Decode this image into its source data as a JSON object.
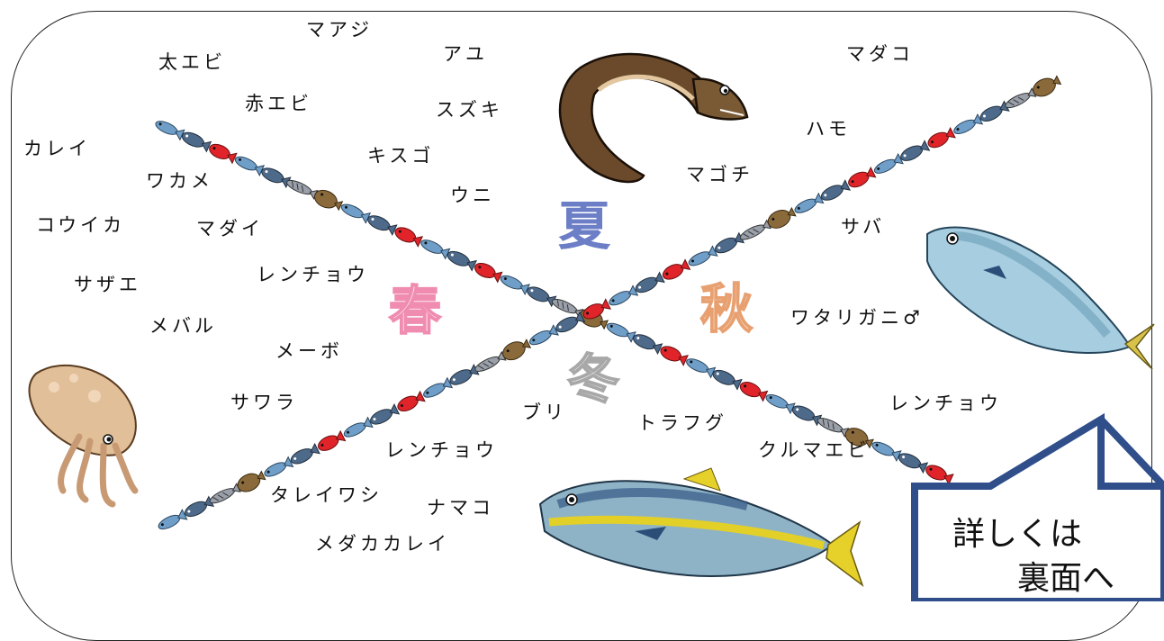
{
  "seasons": {
    "summer": {
      "label": "夏",
      "color": "#6b7ec6"
    },
    "spring": {
      "label": "春",
      "color": "#f08cb0"
    },
    "autumn": {
      "label": "秋",
      "color": "#e8a070"
    },
    "winter": {
      "label": "冬",
      "color": "#a8a8a8"
    }
  },
  "labels": [
    "マアジ",
    "アユ",
    "太エビ",
    "マダコ",
    "赤エビ",
    "スズキ",
    "ハモ",
    "カレイ",
    "キスゴ",
    "マゴチ",
    "ワカメ",
    "ウニ",
    "コウイカ",
    "マダイ",
    "サバ",
    "サザエ",
    "レンチョウ",
    "ワタリガニ♂",
    "メバル",
    "メーボ",
    "サワラ",
    "ブリ",
    "トラフグ",
    "レンチョウ",
    "レンチョウ",
    "クルマエビ",
    "タレイワシ",
    "ナマコ",
    "メダカカレイ"
  ],
  "note": {
    "line1": "詳しくは",
    "line2": "裏面へ"
  },
  "icons": [
    "eel-icon",
    "mackerel-icon",
    "cuttlefish-icon",
    "yellowtail-icon",
    "fish-chain-icon"
  ]
}
